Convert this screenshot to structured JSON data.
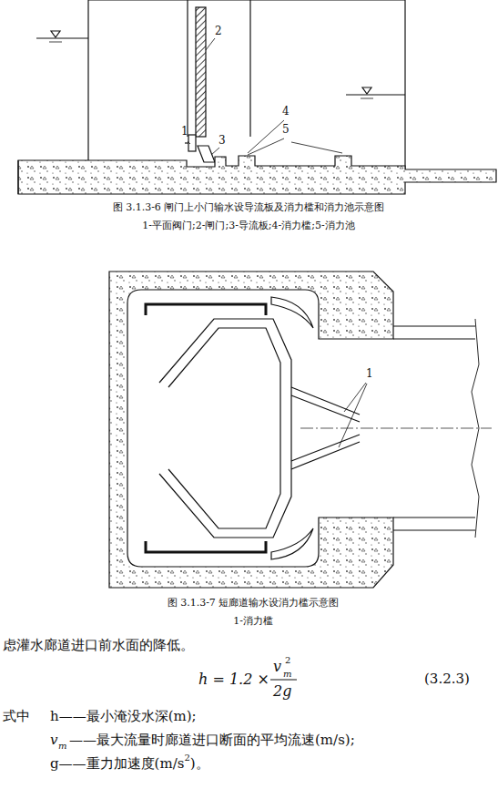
{
  "diagram": {
    "labels": [
      "1",
      "2",
      "3",
      "4",
      "5",
      "图 3.1.3-6  闸门上小门输水设导流板及消力槛和消力池示意图",
      "1-平面阀门;2-闸门;3-导流板;4-消力槛;5-消力池",
      "1",
      "图 3.1.3-7  短廊道输水设消力槛示意图",
      "1-消力槛",
      "虑灌水廊道进口前水面的降低。",
      "h = 1.2 ×",
      "v",
      "m",
      "2",
      "2g",
      "(3.2.3)",
      "式中",
      "h——最小淹没水深(m);",
      "v",
      "m",
      "——最大流量时廊道进口断面的平均流速(m/s);",
      "g——重力加速度(m/s",
      "2",
      ")。"
    ]
  }
}
